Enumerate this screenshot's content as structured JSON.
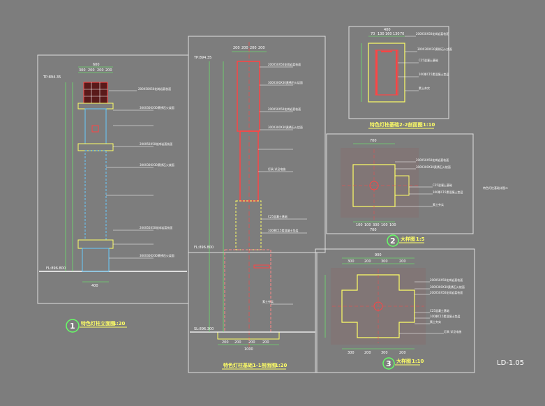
{
  "sheet": {
    "number": "LD-1.05",
    "side_caption": "特色灯柱基础详图二"
  },
  "views": {
    "elevation": {
      "num": "1",
      "title": "特色灯柱立面图",
      "scale": "1:20",
      "level_top": "TP:894.35",
      "level_base": "FL:896.800"
    },
    "section11": {
      "title": "特色灯柱基础1-1剖面图",
      "scale": "1:20",
      "level_top": "TP:894.35",
      "level_mid": "FL:896.800",
      "level_base": "SL:896.300"
    },
    "section22": {
      "title": "特色灯柱基础2-2剖面图",
      "scale": "1:10"
    },
    "detail2": {
      "num": "2",
      "title": "大样图",
      "scale": "1:5"
    },
    "detail3": {
      "num": "3",
      "title": "大样图",
      "scale": "1:10"
    }
  },
  "dims": {
    "elev_top": [
      "300",
      "200",
      "200",
      "200"
    ],
    "elev_total": "600",
    "elev_bottom": "400",
    "sec_top": [
      "200",
      "200",
      "200",
      "200"
    ],
    "sec_bottom": [
      "200",
      "200",
      "200",
      "200"
    ],
    "sec_total": "1000",
    "s22_top": [
      "70",
      "130",
      "160",
      "130",
      "70"
    ],
    "s22_total": "400",
    "d2_top": "700",
    "d2_bottom": [
      "100",
      "100",
      "300",
      "100",
      "100"
    ],
    "d2_total": "700",
    "d3_top": [
      "300",
      "200",
      "300",
      "200"
    ],
    "d3_total": "900",
    "d3_bottom": [
      "300",
      "200",
      "300",
      "200"
    ]
  },
  "notes": {
    "material_a": "200X50X50花岗岩荔枝面",
    "material_b": "300X300X30黄锈石火烧面",
    "material_c": "C25混凝土基础",
    "material_d": "100厚C15素混凝土垫层",
    "material_e": "素土夯实",
    "lamp_label": "灯具 详见电施"
  }
}
